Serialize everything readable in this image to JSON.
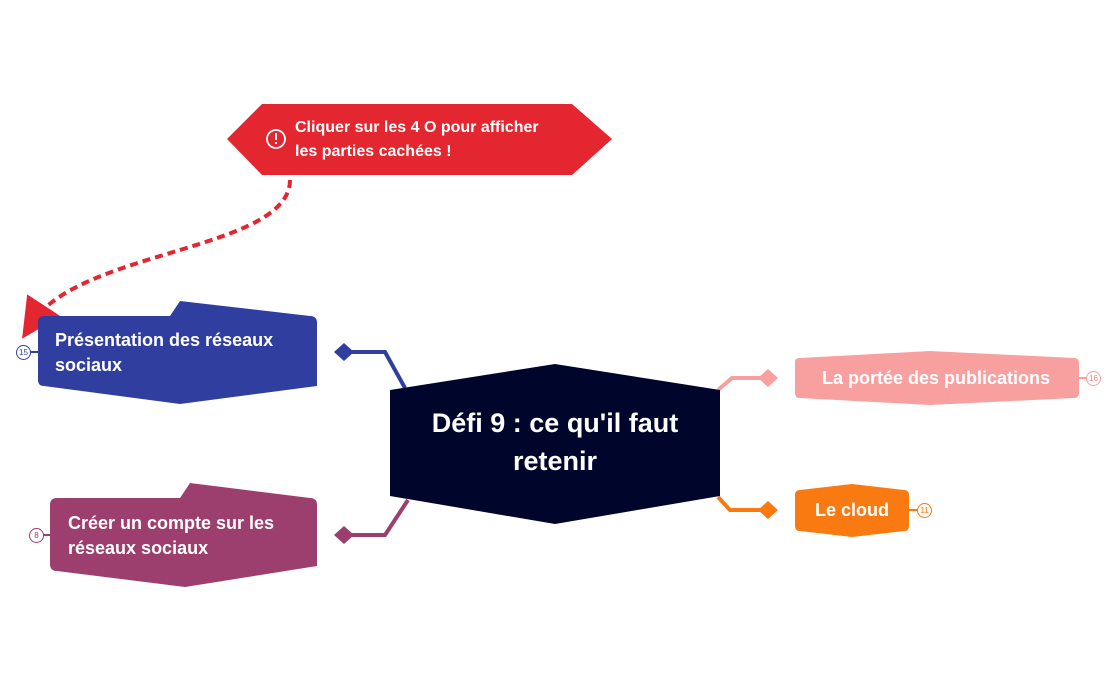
{
  "diagram": {
    "central": {
      "lines": [
        "Défi 9 : ce qu'il faut",
        "retenir"
      ],
      "color": "#00062b"
    },
    "note": {
      "lines": [
        "Cliquer sur les 4 O pour afficher",
        "les parties cachées !"
      ],
      "icon": "exclamation-circle-icon",
      "color": "#e3262f"
    },
    "branches": {
      "presentation": {
        "lines": [
          "Présentation des réseaux",
          "sociaux"
        ],
        "count": "15",
        "color": "#303f9f"
      },
      "creer": {
        "lines": [
          "Créer un compte sur les",
          "réseaux sociaux"
        ],
        "count": "8",
        "color": "#9c3f6e"
      },
      "portee": {
        "lines": [
          "La portée des publications"
        ],
        "count": "16",
        "color": "#f8a0a0"
      },
      "cloud": {
        "lines": [
          "Le cloud"
        ],
        "count": "11",
        "color": "#f97a10"
      }
    }
  }
}
